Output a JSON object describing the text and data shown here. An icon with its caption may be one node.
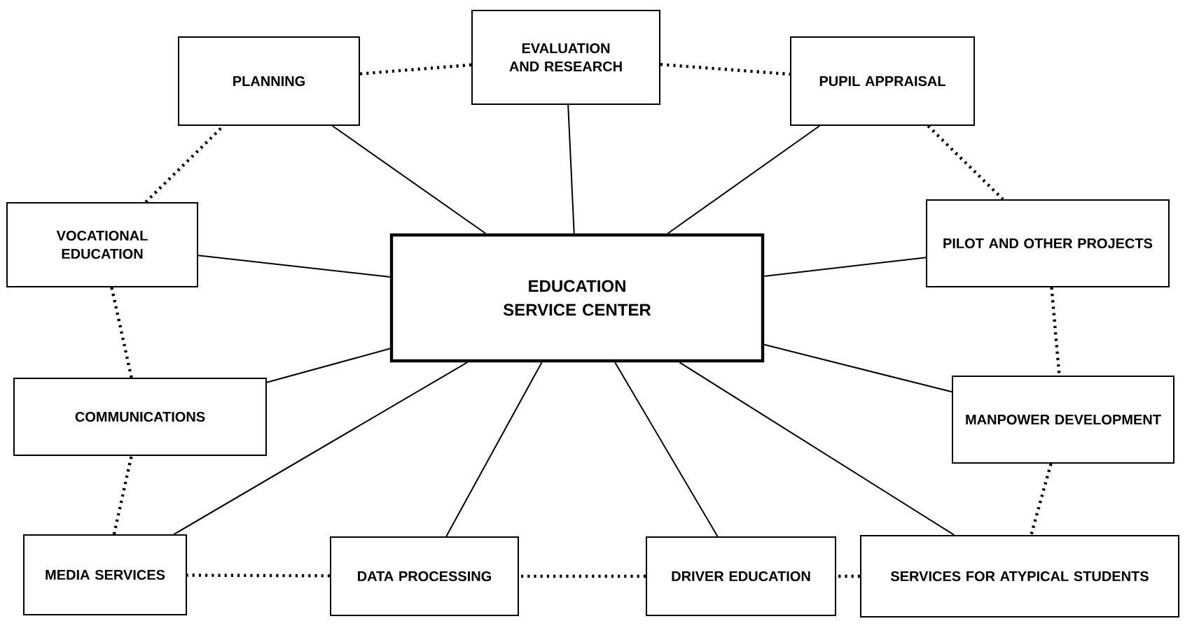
{
  "diagram": {
    "nodes": [
      {
        "text": [
          "PLANNING"
        ]
      },
      {
        "text": [
          "EVALUATION AND RESEARCH"
        ]
      },
      {
        "text": [
          "PUPIL APPRAISAL"
        ]
      },
      {
        "text": [
          "VOCATIONAL EDUCATION"
        ]
      },
      {
        "text": [
          "PILOT AND OTHER PROJECTS"
        ]
      },
      {
        "text": [
          "EDUCATION SERVICE CENTER"
        ]
      },
      {
        "text": [
          "COMMUNICATIONS"
        ]
      },
      {
        "text": [
          "MANPOWER DEVELOPMENT"
        ]
      },
      {
        "text": [
          "MEDIA SERVICES"
        ]
      },
      {
        "text": [
          "DATA PROCESSING"
        ]
      },
      {
        "text": [
          "DRIVER EDUCATION"
        ]
      },
      {
        "text": [
          "SERVICES FOR ATYPICAL STUDENTS"
        ]
      }
    ],
    "edges": [
      {
        "from": 5,
        "to": 0,
        "arrow": "none"
      },
      {
        "from": 5,
        "to": 1,
        "arrow": "none"
      },
      {
        "from": 5,
        "to": 2,
        "arrow": "none"
      },
      {
        "from": 5,
        "to": 3,
        "arrow": "none"
      },
      {
        "from": 5,
        "to": 4,
        "arrow": "none"
      },
      {
        "from": 5,
        "to": 6,
        "arrow": "none"
      },
      {
        "from": 5,
        "to": 7,
        "arrow": "none"
      },
      {
        "from": 5,
        "to": 8,
        "arrow": "none"
      },
      {
        "from": 5,
        "to": 9,
        "arrow": "none"
      },
      {
        "from": 5,
        "to": 10,
        "arrow": "none"
      },
      {
        "from": 5,
        "to": 11,
        "arrow": "none"
      },
      {
        "from": 0,
        "to": 1,
        "arrow": "none",
        "style": "dashed"
      },
      {
        "from": 1,
        "to": 2,
        "arrow": "none",
        "style": "dashed"
      },
      {
        "from": 2,
        "to": 4,
        "arrow": "none",
        "style": "dashed"
      },
      {
        "from": 4,
        "to": 7,
        "arrow": "none",
        "style": "dashed"
      },
      {
        "from": 7,
        "to": 11,
        "arrow": "none",
        "style": "dashed"
      },
      {
        "from": 11,
        "to": 10,
        "arrow": "none",
        "style": "dashed"
      },
      {
        "from": 10,
        "to": 9,
        "arrow": "none",
        "style": "dashed"
      },
      {
        "from": 9,
        "to": 8,
        "arrow": "none",
        "style": "dashed"
      },
      {
        "from": 8,
        "to": 6,
        "arrow": "none",
        "style": "dashed"
      },
      {
        "from": 6,
        "to": 3,
        "arrow": "none",
        "style": "dashed"
      },
      {
        "from": 3,
        "to": 0,
        "arrow": "none",
        "style": "dashed"
      }
    ]
  }
}
